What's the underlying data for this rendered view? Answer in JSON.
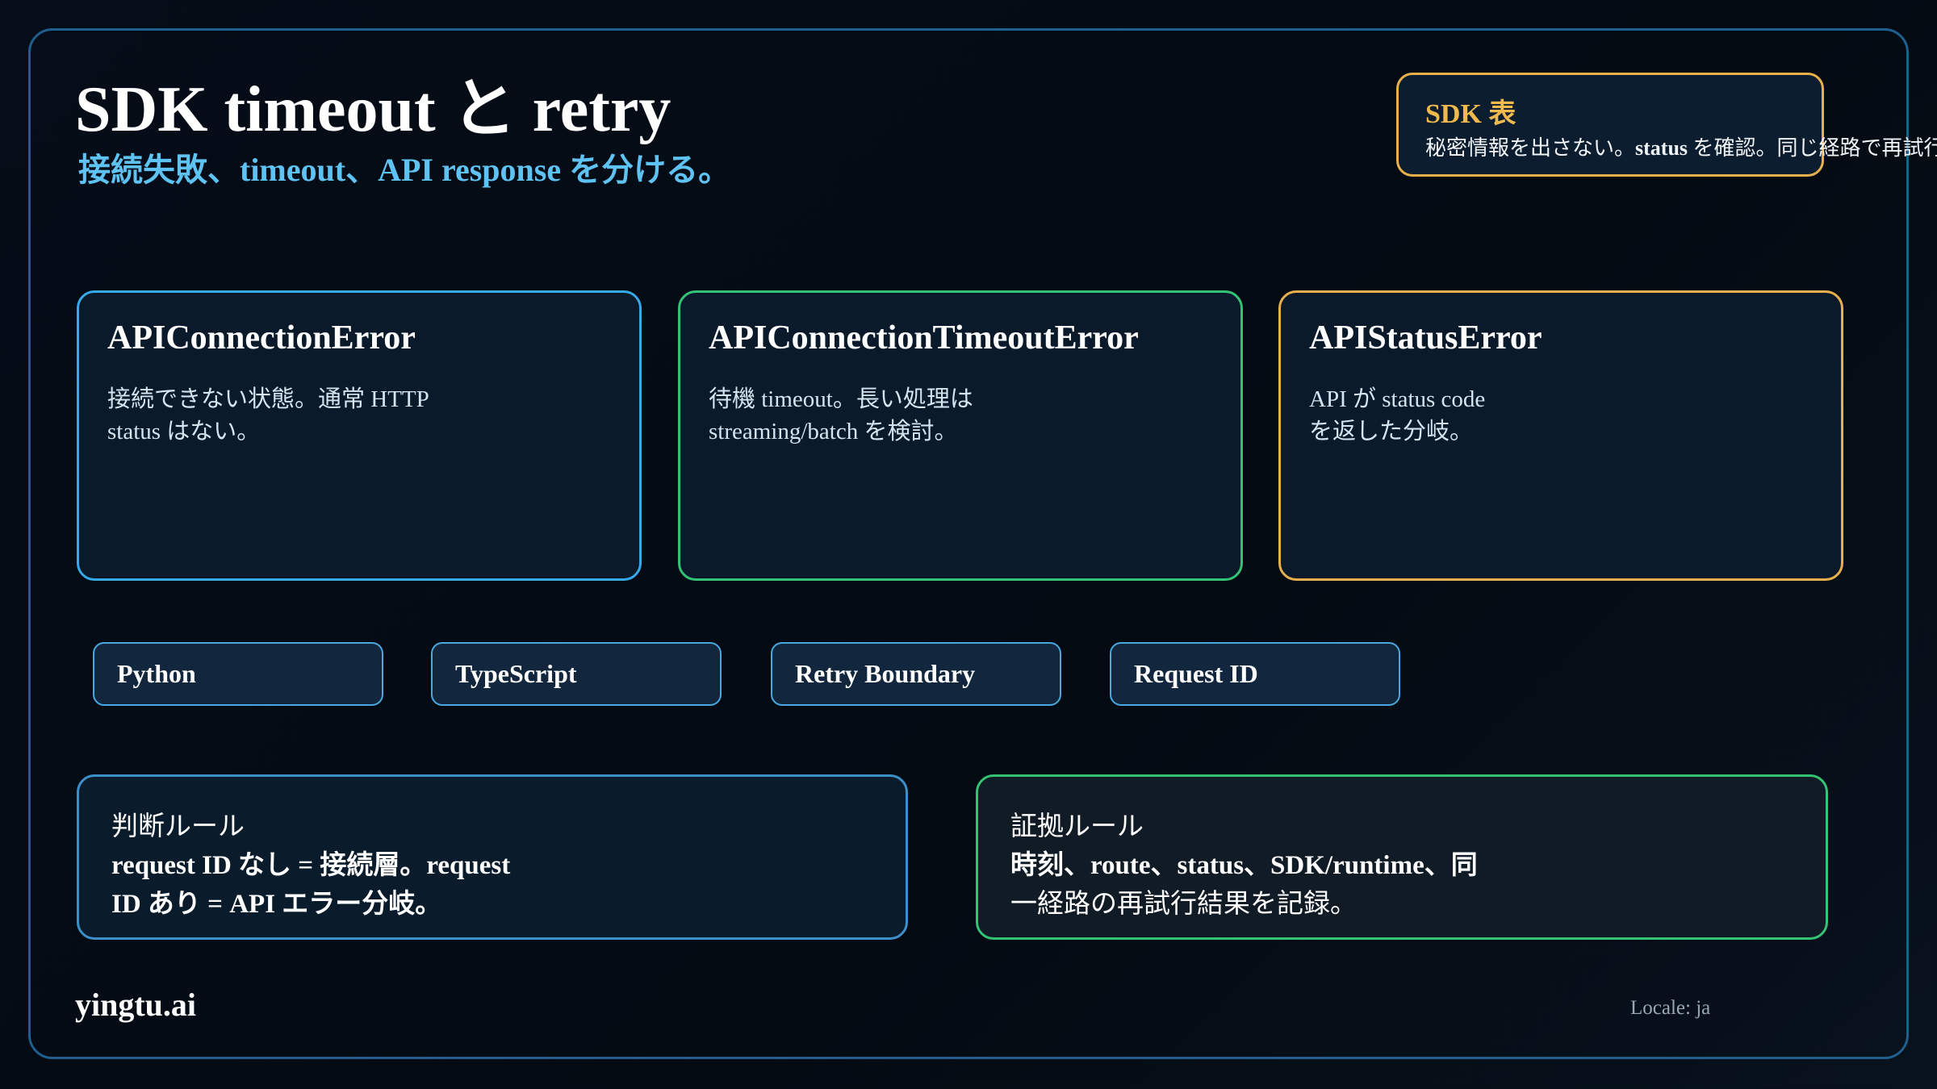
{
  "header": {
    "title": "SDK timeout と retry",
    "subtitle": "接続失敗、timeout、API response を分ける。"
  },
  "sdk_box": {
    "title": "SDK 表",
    "body_pre": "秘密情報を出さない。",
    "body_bold": "status",
    "body_post": " を確認。同じ経路で再試行"
  },
  "cards": [
    {
      "title": "APIConnectionError",
      "body": "接続できない状態。通常 HTTP status はない。",
      "color": "#36a9e8"
    },
    {
      "title": "APIConnectionTimeoutError",
      "body": "待機 timeout。長い処理は streaming/batch を検討。",
      "color": "#34c274"
    },
    {
      "title": "APIStatusError",
      "body": "API が status code を返した分岐。",
      "color": "#e8b04a"
    }
  ],
  "chips": [
    "Python",
    "TypeScript",
    "Retry Boundary",
    "Request ID"
  ],
  "rules": [
    {
      "title": "判断ルール",
      "line1": "request ID なし = 接続層。request",
      "line2": "ID あり = API エラー分岐。",
      "color": "#3d8fc8"
    },
    {
      "title": "証拠ルール",
      "line1": "時刻、route、status、SDK/runtime、同",
      "line2": "一経路の再試行結果を記録。",
      "color": "#34c274"
    }
  ],
  "footer": {
    "brand": "yingtu.ai",
    "locale": "Locale: ja"
  }
}
